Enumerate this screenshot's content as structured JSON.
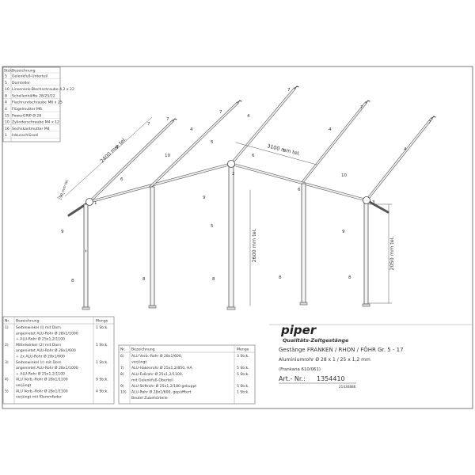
{
  "parts_table_top": {
    "header": [
      "Stck.",
      "Bezeichnung"
    ],
    "rows": [
      [
        "5",
        "Gelenkfuß-Unterteil"
      ],
      [
        "5",
        "Dornteller"
      ],
      [
        "10",
        "Linsenenk-Blechschraube 4,2 x 22"
      ],
      [
        "8",
        "Schellenhälfte 28/25/22"
      ],
      [
        "4",
        "Flachrundschraube M6 x 25"
      ],
      [
        "4",
        "Flügelmutter M6"
      ],
      [
        "15",
        "PowerGRIP Ø 28"
      ],
      [
        "10",
        "Zylinderschraube M4 x 12"
      ],
      [
        "16",
        "Sechskantmutter M4"
      ],
      [
        "1",
        "Inbusschlüssel"
      ]
    ]
  },
  "dimensions": {
    "left_rafter": "2400 mm tel.",
    "left_small": "190 mm tel.",
    "ridge": "3100 mm tel.",
    "center_height": "2600 mm tel.",
    "side_height": "2050 mm tel."
  },
  "callouts": {
    "c1": "1",
    "c2": "2",
    "c3": "3",
    "c4": "4",
    "c5": "5",
    "c6": "6",
    "c7": "7",
    "c8": "8",
    "c9": "9",
    "c10": "10"
  },
  "parts_table_left": {
    "header": [
      "Nr.",
      "Bezeichnung",
      "Menge"
    ],
    "rows": [
      [
        "1)",
        "Seitenwinkel (l) mit Dorn",
        "1 Stck."
      ],
      [
        "",
        "angenietet ALU-Rohr Ø 28x1/1000",
        ""
      ],
      [
        "",
        "+ ALU-Rohr Ø 25x1,2/1100",
        ""
      ],
      [
        "2)",
        "Mittelwinkel (2) mit Dorn",
        "1 Stck."
      ],
      [
        "",
        "angenietet ALU-Rohr Ø 28x1/600",
        ""
      ],
      [
        "",
        "+ 2x ALU-Rohr Ø 28x1/600",
        ""
      ],
      [
        "3)",
        "Seitenwinkel (r) mit Dorn",
        "1 Stck."
      ],
      [
        "",
        "angenietet ALU-Rohr Ø 28x1/1000",
        ""
      ],
      [
        "",
        "+ ALU-Rohr Ø 25x1,2/1100",
        ""
      ],
      [
        "4)",
        "ALU Verb.-Rohr Ø 28x1/1100",
        "9 Stck."
      ],
      [
        "",
        "verjüngt",
        ""
      ],
      [
        "5)",
        "ALU Verb.-Rohr Ø 28x1/1100",
        "4 Stck."
      ],
      [
        "",
        "verjüngt mit Klemmfeder",
        ""
      ]
    ]
  },
  "parts_table_mid": {
    "header": [
      "Nr.",
      "Bezeichnung",
      "Menge"
    ],
    "rows": [
      [
        "6)",
        "ALU Verb.-Rohr Ø 28x1/600,",
        "3 Stck."
      ],
      [
        "",
        "verjüngt",
        ""
      ],
      [
        "7)",
        "ALU-Hakenrohr Ø 25x1,2/850, HA",
        "5 Stck."
      ],
      [
        "8)",
        "ALU-Fußrohr Ø 25x1,2/1100,",
        "5 Stck."
      ],
      [
        "",
        "mit Gelenkfuß-Oberteil",
        ""
      ],
      [
        "9)",
        "ALU-Stiftrohr Ø 25x1,2/180 gekuppt",
        "5 Stck."
      ],
      [
        "10)",
        "ALU-Rohr Ø 28x1/600, gepüfftert",
        "1 Stck."
      ],
      [
        "",
        "Beutel Zubehörteile",
        ""
      ]
    ]
  },
  "title_block": {
    "brand": "piper",
    "subtitle": "Qualitäts-Zeltgestänge",
    "line1": "Gestänge FRANKEN / RHON / FÖHR   Gr. 5 - 17",
    "line2": "Aluminiumrohr Ø 28 x 1 / 25 x 1,2 mm",
    "line3": "(Frankana 610/061)",
    "art_label": "Art.- Nr.:",
    "art_number": "1354410",
    "code": "21430886"
  }
}
